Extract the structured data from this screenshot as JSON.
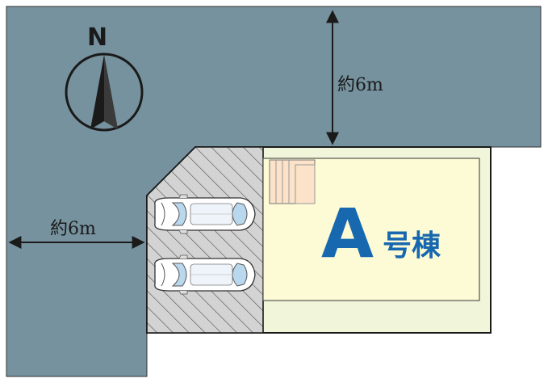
{
  "compass": {
    "label": "N"
  },
  "road_width_top": "約6m",
  "road_width_left": "約6m",
  "lot": {
    "letter": "A",
    "suffix": "号棟"
  },
  "colors": {
    "road": "#76929e",
    "building": "#fcfbd5",
    "lot_bg": "#f1f5d9",
    "parking": "#d3d3d3",
    "stairs": "#fbe2c9",
    "lot_text": "#1868b0",
    "car_glass": "#b9d8ee"
  },
  "icons": {
    "compass": "north-arrow-icon",
    "car": "car-top-view-icon"
  },
  "parking": {
    "car_count": 2
  }
}
